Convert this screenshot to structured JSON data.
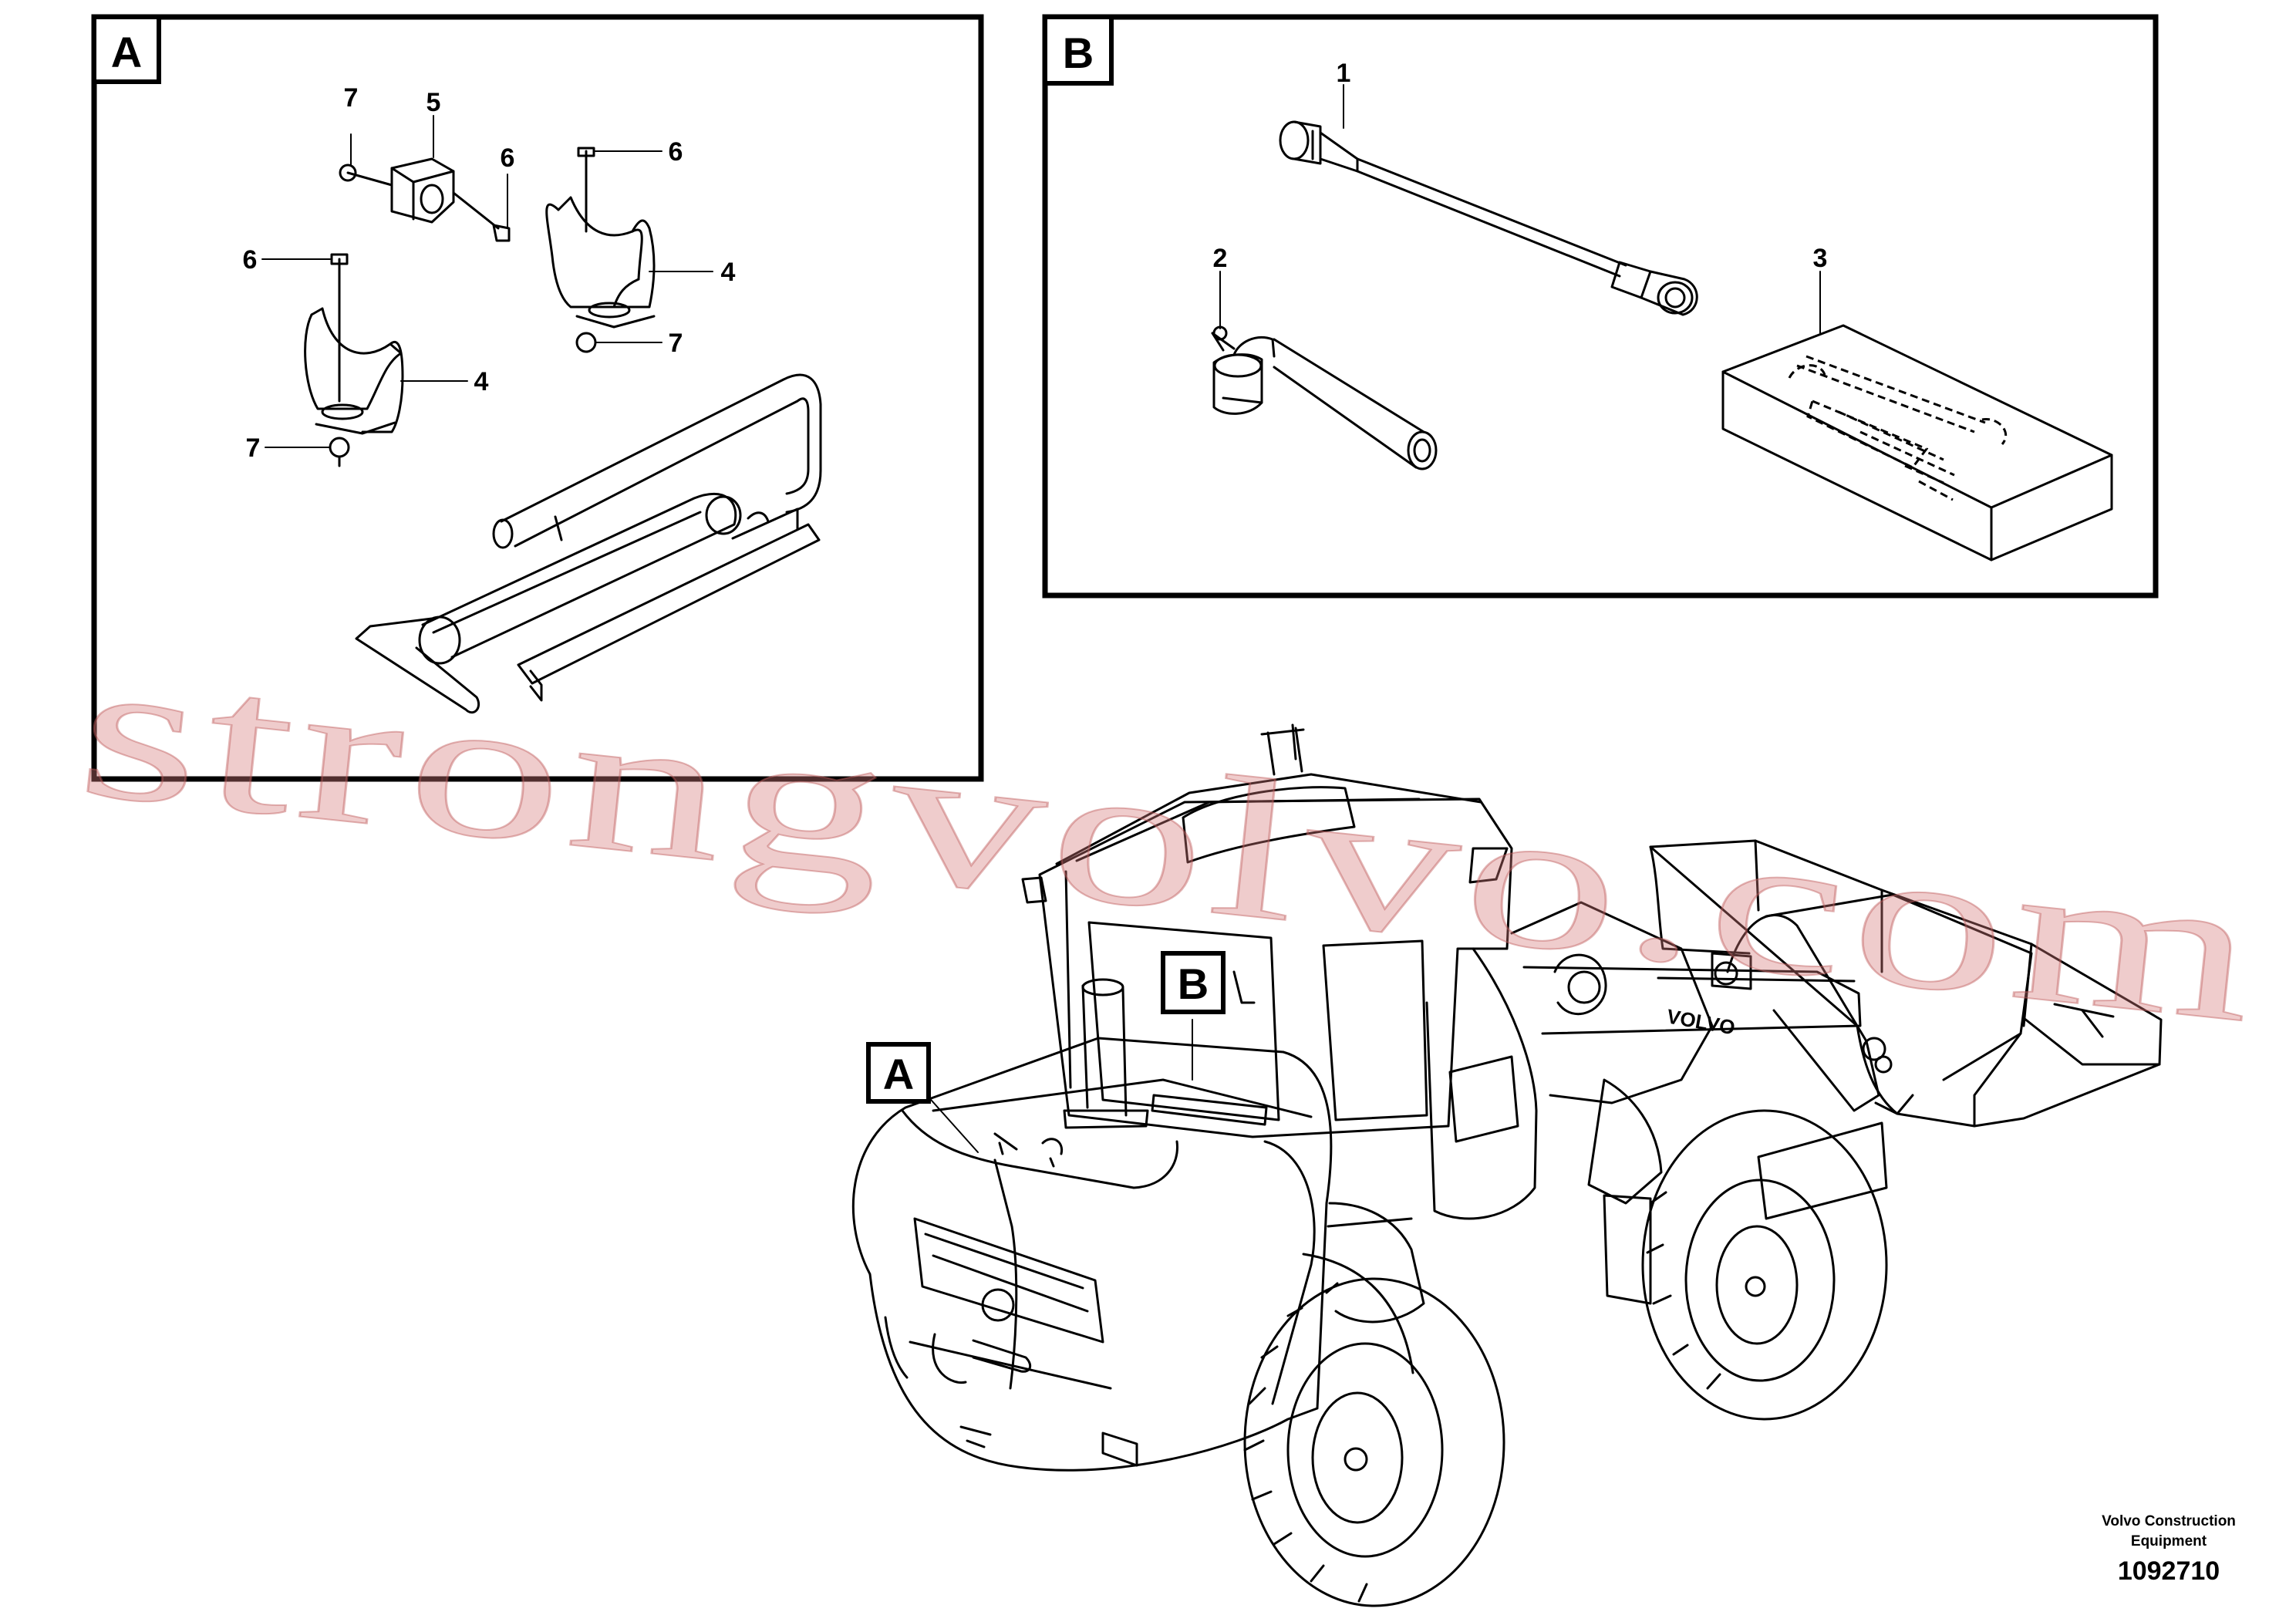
{
  "detail_a": {
    "tag": "A",
    "callouts": [
      "7",
      "5",
      "6",
      "6",
      "6",
      "4",
      "7",
      "4",
      "7"
    ]
  },
  "detail_b": {
    "tag": "B",
    "callouts": [
      "1",
      "2",
      "3"
    ]
  },
  "machine": {
    "tag_a": "A",
    "tag_b": "B",
    "brand_mark": "VOLVO"
  },
  "footer": {
    "company_line1": "Volvo Construction",
    "company_line2": "Equipment",
    "drawing_number": "1092710"
  },
  "watermark": "strongvolvo.com"
}
